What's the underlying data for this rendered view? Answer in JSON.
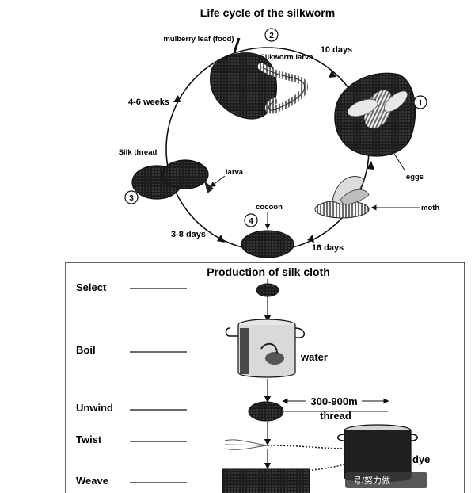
{
  "lifecycle": {
    "title": "Life cycle of the silkworm",
    "stages": [
      {
        "num": "1",
        "label": "eggs",
        "duration": "10 days"
      },
      {
        "num": "2",
        "label": "Silkworm larva",
        "food_label": "mulberry leaf (food)",
        "duration": "4-6 weeks"
      },
      {
        "num": "3",
        "label": "Silk thread",
        "sub_label": "larva",
        "duration": "3-8 days"
      },
      {
        "num": "4",
        "label": "cocoon",
        "duration": "16 days"
      }
    ],
    "moth_label": "moth"
  },
  "production": {
    "title": "Production of silk cloth",
    "steps": [
      "Select",
      "Boil",
      "Unwind",
      "Twist",
      "Weave"
    ],
    "water_label": "water",
    "length_label": "300-900m",
    "thread_label": "thread",
    "dye_label": "dye"
  },
  "watermark": "号/努力做"
}
